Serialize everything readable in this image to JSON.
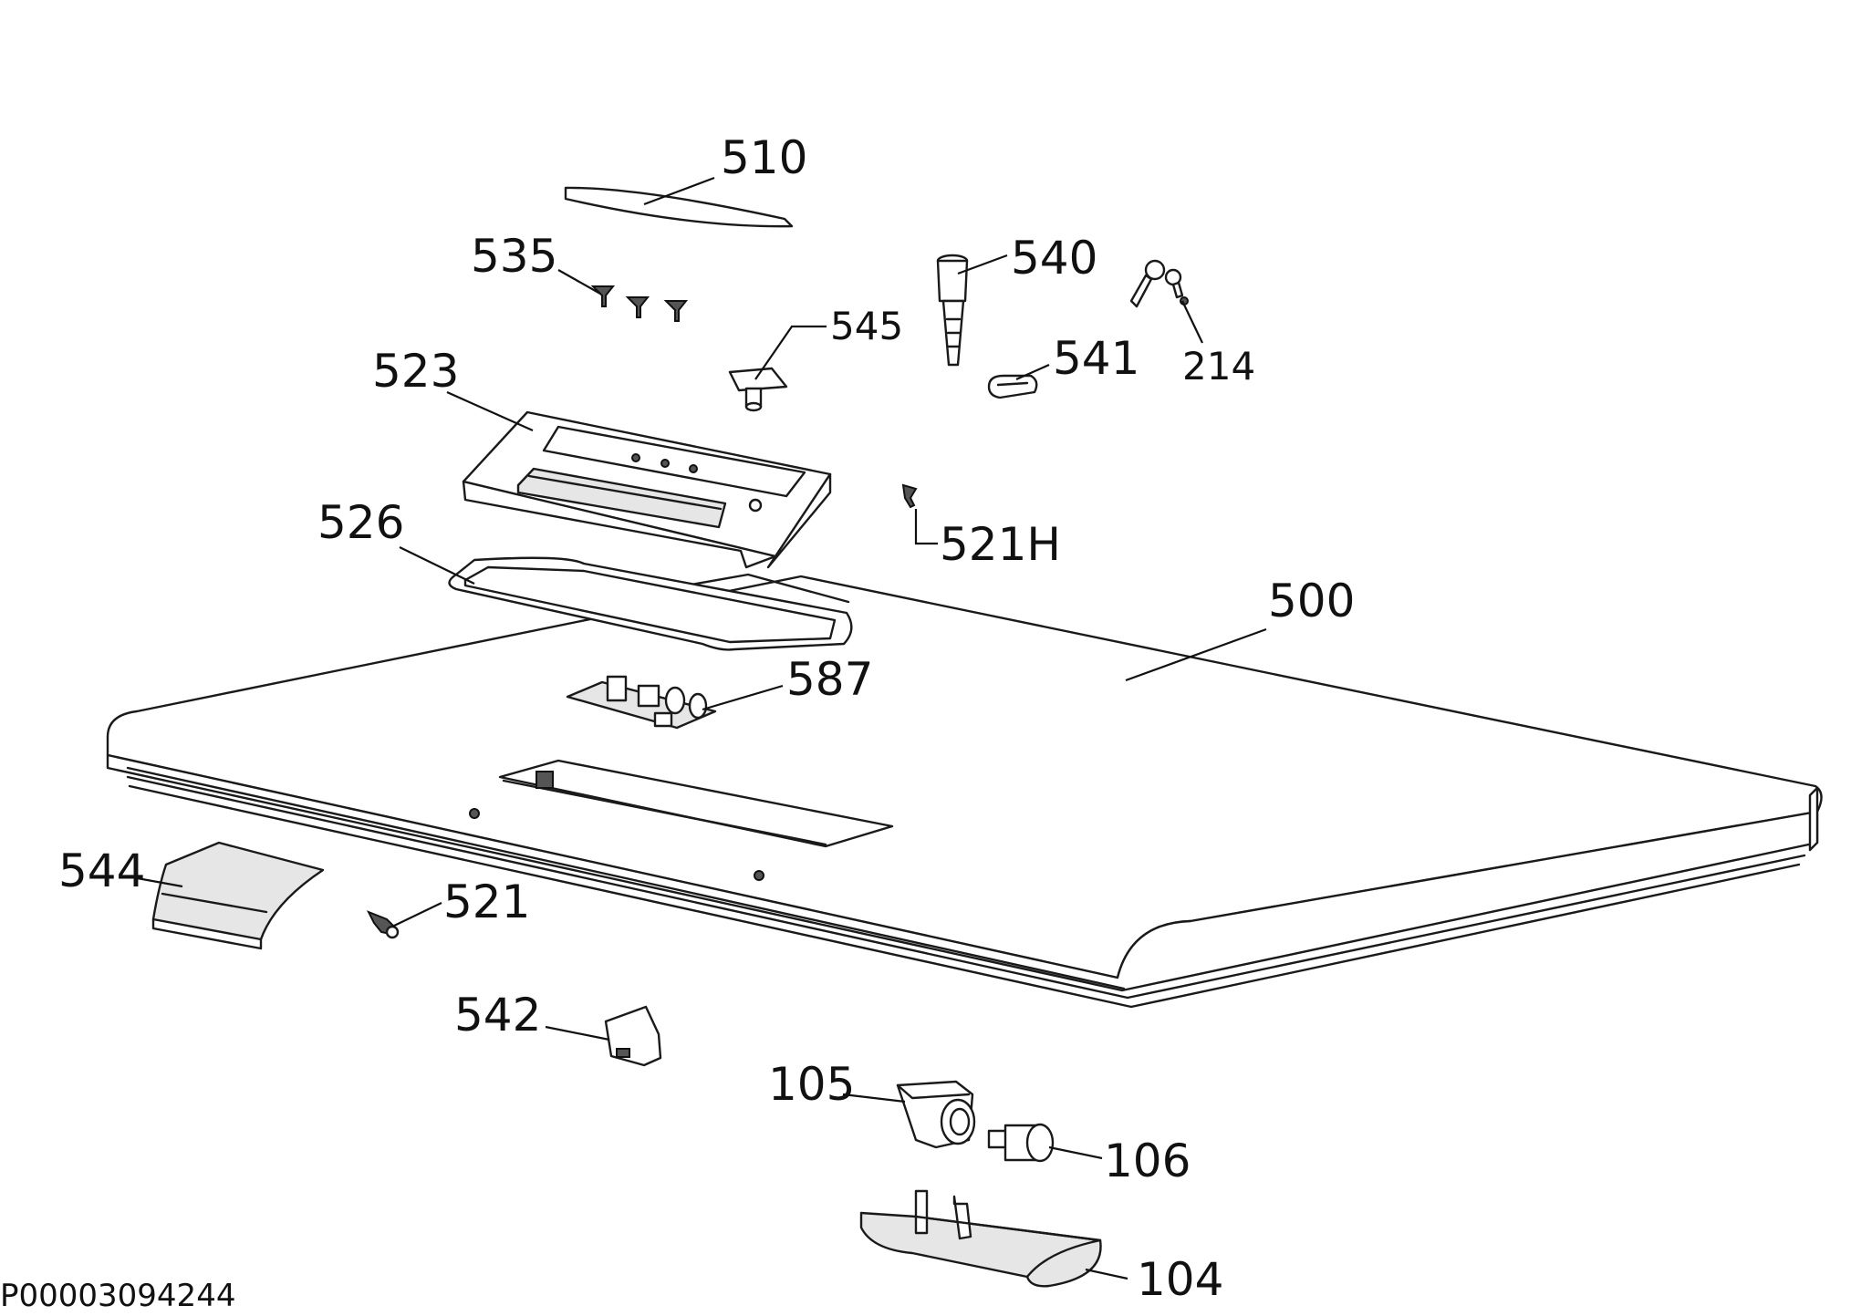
{
  "diagram": {
    "reference_code": "P00003094244",
    "parts": {
      "p510": "510",
      "p535": "535",
      "p540": "540",
      "p214": "214",
      "p545": "545",
      "p541": "541",
      "p523": "523",
      "p521H": "521H",
      "p526": "526",
      "p500": "500",
      "p587": "587",
      "p544": "544",
      "p521": "521",
      "p542": "542",
      "p105": "105",
      "p106": "106",
      "p104": "104"
    }
  }
}
